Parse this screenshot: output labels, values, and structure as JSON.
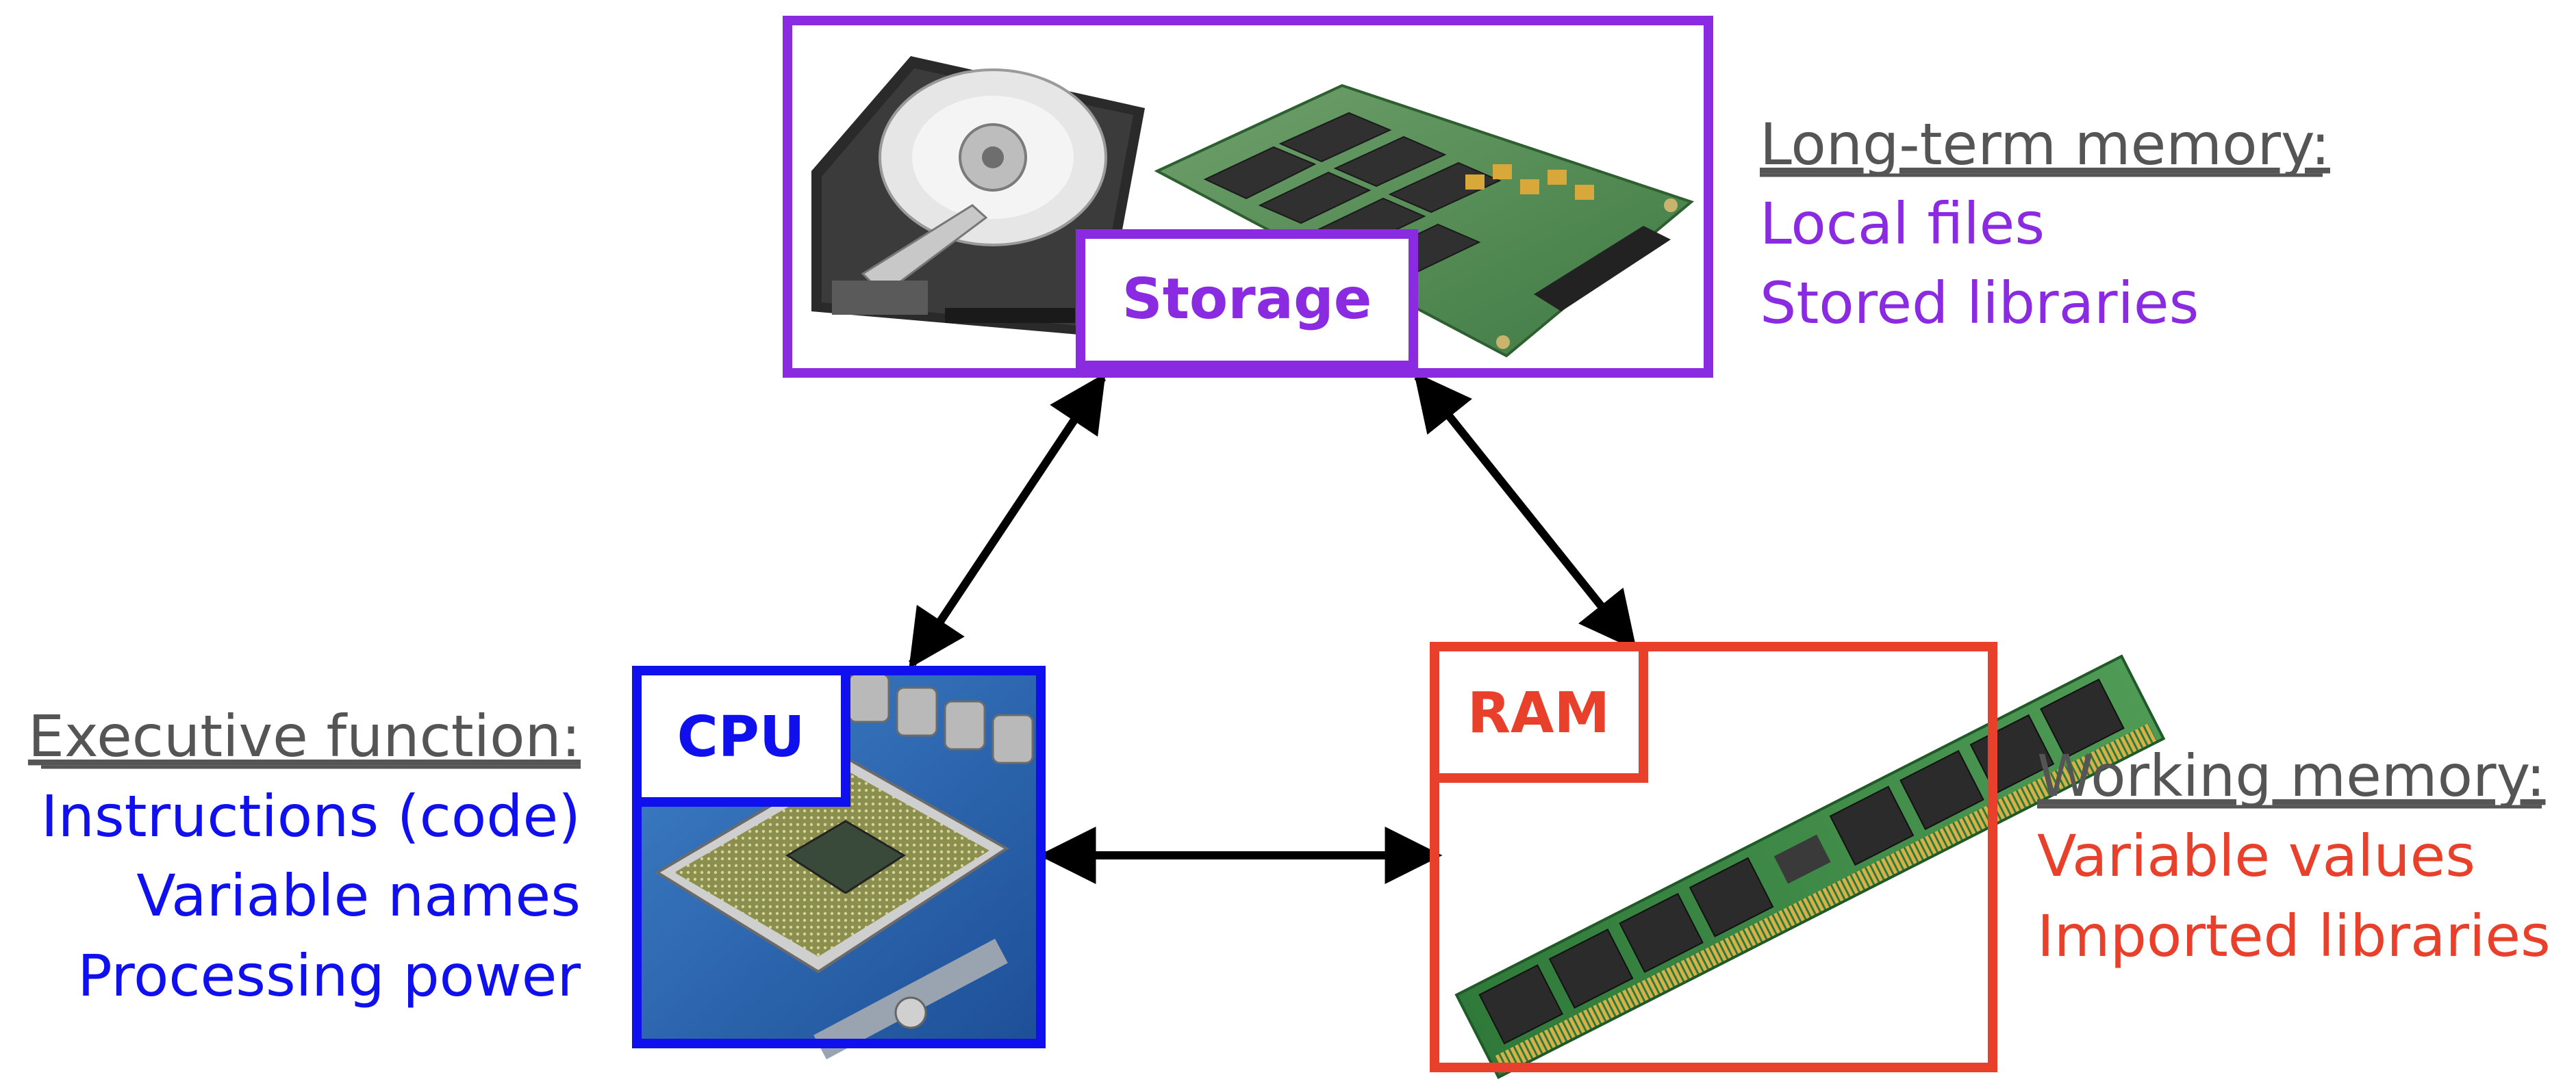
{
  "colors": {
    "storage": "#8a2be2",
    "cpu": "#1010ee",
    "ram": "#e8402a",
    "heading": "#555555",
    "arrow": "#000000"
  },
  "storage": {
    "label": "Storage",
    "heading": "Long-term memory:",
    "items": [
      "Local files",
      "Stored libraries"
    ],
    "images": [
      "hard-disk-drive-image",
      "solid-state-drive-image"
    ]
  },
  "cpu": {
    "label": "CPU",
    "heading": "Executive function:",
    "items": [
      "Instructions (code)",
      "Variable names",
      "Processing power"
    ],
    "images": [
      "cpu-socket-image"
    ]
  },
  "ram": {
    "label": "RAM",
    "heading": "Working memory:",
    "items": [
      "Variable values",
      "Imported libraries"
    ],
    "images": [
      "ram-module-image"
    ]
  },
  "connections": [
    {
      "from": "storage",
      "to": "cpu",
      "direction": "bidirectional"
    },
    {
      "from": "storage",
      "to": "ram",
      "direction": "bidirectional"
    },
    {
      "from": "cpu",
      "to": "ram",
      "direction": "bidirectional"
    }
  ]
}
